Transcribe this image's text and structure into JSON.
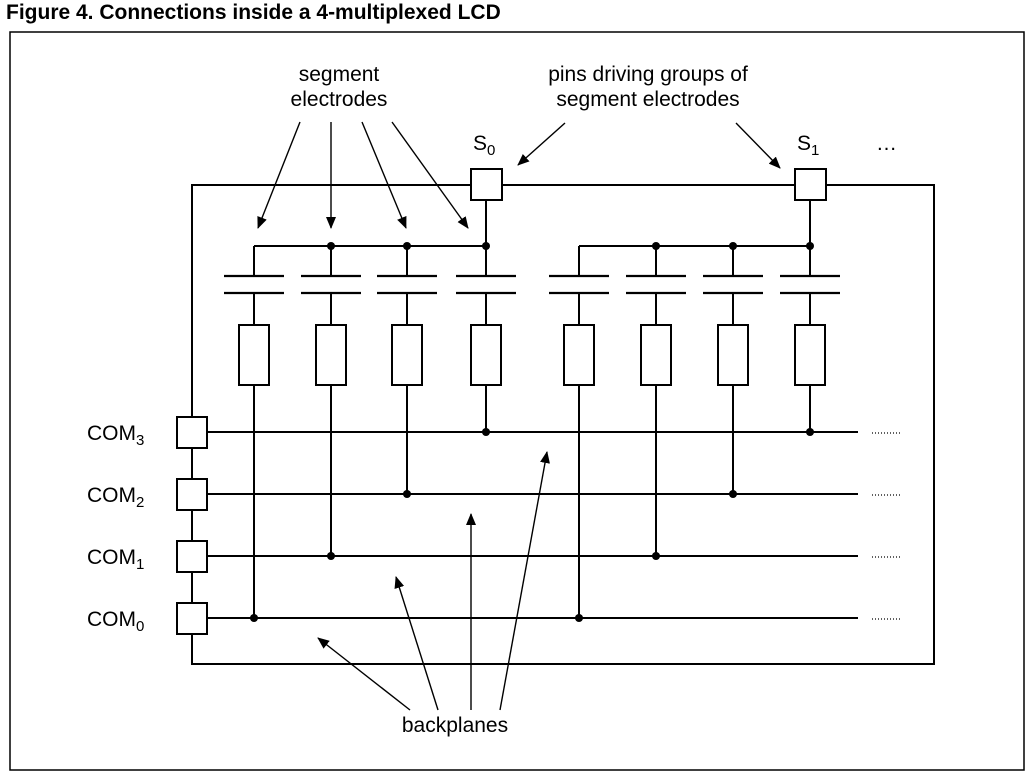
{
  "figure": {
    "title": "Figure 4. Connections inside a 4-multiplexed LCD"
  },
  "labels": {
    "segment_electrodes": [
      "segment",
      "electrodes"
    ],
    "pins_driving": [
      "pins driving groups of",
      "segment electrodes"
    ],
    "backplanes": "backplanes",
    "ellipsis": "…"
  },
  "segment_pins": [
    {
      "base": "S",
      "sub": "0"
    },
    {
      "base": "S",
      "sub": "1"
    }
  ],
  "common_pins": [
    {
      "base": "COM",
      "sub": "3"
    },
    {
      "base": "COM",
      "sub": "2"
    },
    {
      "base": "COM",
      "sub": "1"
    },
    {
      "base": "COM",
      "sub": "0"
    }
  ]
}
